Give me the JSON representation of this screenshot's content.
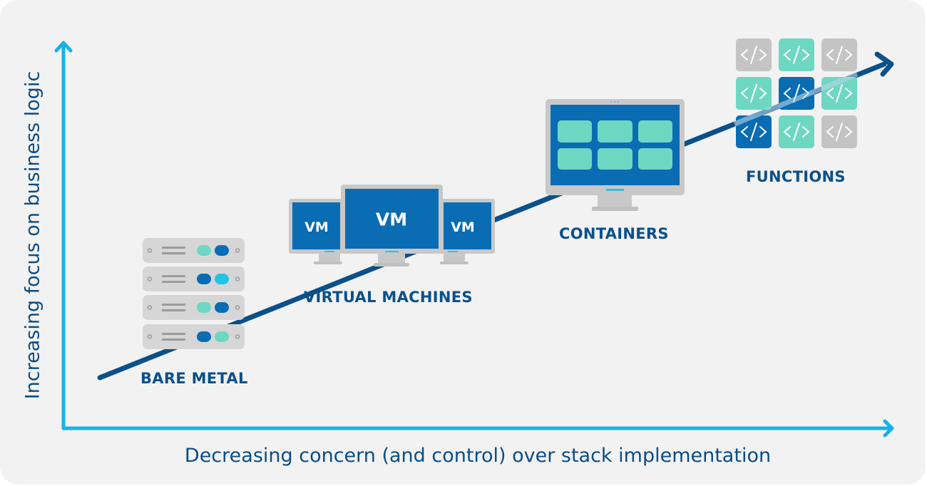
{
  "diagram": {
    "y_axis_label": "Increasing focus on business logic",
    "x_axis_label": "Decreasing concern (and control) over stack implementation",
    "stages": [
      {
        "id": "bare-metal",
        "label": "BARE METAL"
      },
      {
        "id": "virtual-machines",
        "label": "VIRTUAL MACHINES",
        "screens": [
          "VM",
          "VM",
          "VM"
        ]
      },
      {
        "id": "containers",
        "label": "CONTAINERS",
        "tiles": 6
      },
      {
        "id": "functions",
        "label": "FUNCTIONS",
        "icon": "code-icon",
        "grid": [
          [
            "gray",
            "teal",
            "gray"
          ],
          [
            "teal",
            "blue",
            "teal"
          ],
          [
            "blue",
            "teal",
            "gray"
          ]
        ]
      }
    ],
    "colors": {
      "axis": "#18b1e8",
      "trend": "#0b5089",
      "blue": "#0a6cb3",
      "teal": "#6ed7c2",
      "gray": "#c4c4c4",
      "cyan": "#23c4e2",
      "panel": "#f2f2f2"
    }
  }
}
